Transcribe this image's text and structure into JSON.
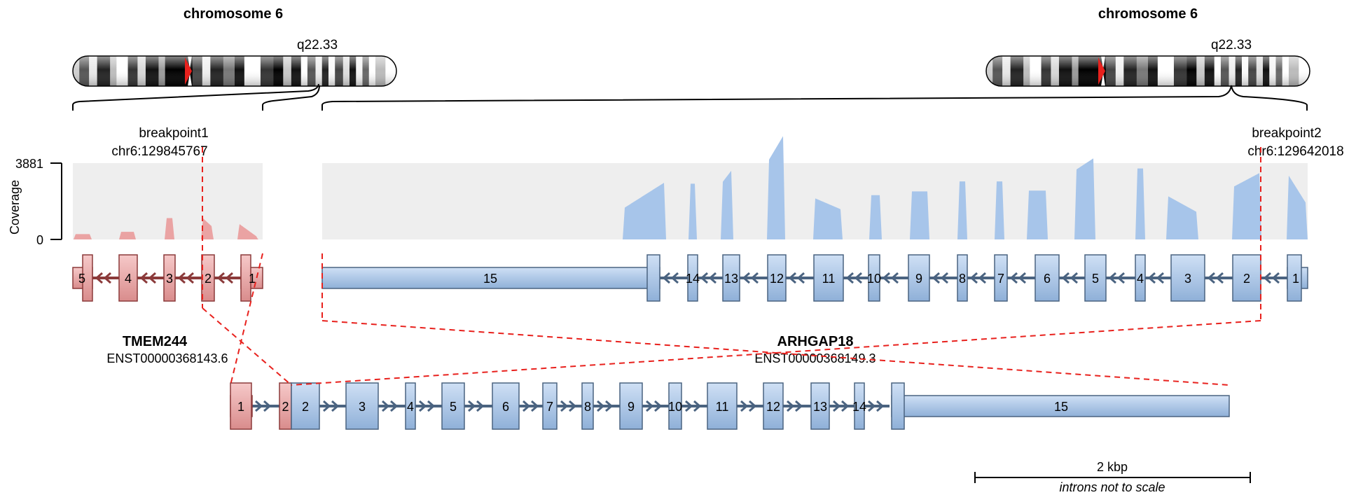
{
  "left_chrom": {
    "title": "chromosome 6",
    "band": "q22.33"
  },
  "right_chrom": {
    "title": "chromosome 6",
    "band": "q22.33"
  },
  "breakpoint1": {
    "name": "breakpoint1",
    "coord": "chr6:129845767"
  },
  "breakpoint2": {
    "name": "breakpoint2",
    "coord": "chr6:129642018"
  },
  "coverage": {
    "axis_label": "Coverage",
    "max_label": "3881",
    "min_label": "0",
    "max": 3881
  },
  "gene1": {
    "name": "TMEM244",
    "transcript": "ENST00000368143.6",
    "fill": "#e89c9c",
    "stroke": "#8b3a3a",
    "coverage_color": "#eaa3a3"
  },
  "gene2": {
    "name": "ARHGAP18",
    "transcript": "ENST00000368149.3",
    "fill": "#a9c6e8",
    "stroke": "#4a6380",
    "coverage_color": "#a7c5ea"
  },
  "gene1_exons": [
    "5",
    "4",
    "3",
    "2",
    "1"
  ],
  "gene2_exons": [
    "15",
    "14",
    "13",
    "12",
    "11",
    "10",
    "9",
    "8",
    "7",
    "6",
    "5",
    "4",
    "3",
    "2",
    "1"
  ],
  "fusion_exons": [
    "1",
    "2",
    "2",
    "3",
    "4",
    "5",
    "6",
    "7",
    "8",
    "9",
    "10",
    "11",
    "12",
    "13",
    "14",
    "15"
  ],
  "scale": {
    "label": "2 kbp",
    "note": "introns not to scale"
  },
  "colors": {
    "breakpoint_line": "#e8211d",
    "coverage_bg": "#eeeeee",
    "centromere": "#e8211d"
  }
}
